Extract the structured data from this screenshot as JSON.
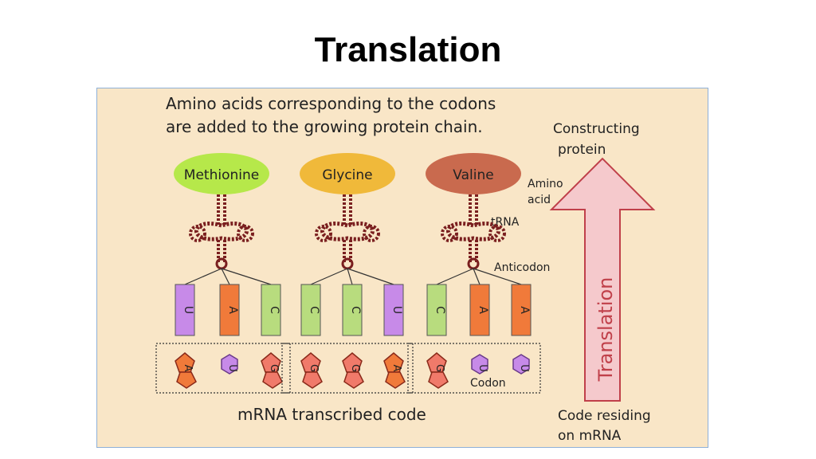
{
  "slide": {
    "title": "Translation"
  },
  "diagram": {
    "caption_line1": "Amino acids corresponding to the codons",
    "caption_line2": "are added to the growing protein chain.",
    "constructing_line1": "Constructing",
    "constructing_line2": "protein",
    "amino_acid_line1": "Amino",
    "amino_acid_line2": "acid",
    "trna_label": "tRNA",
    "anticodon_label": "Anticodon",
    "codon_label": "Codon",
    "mrna_label": "mRNA transcribed code",
    "code_residing_line1": "Code residing",
    "code_residing_line2": "on mRNA",
    "arrow_label": "Translation",
    "amino_acids": [
      {
        "name": "Methionine",
        "color": "#b6e84a"
      },
      {
        "name": "Glycine",
        "color": "#f0b93a"
      },
      {
        "name": "Valine",
        "color": "#c96a4e"
      }
    ],
    "anticodons": [
      [
        "U",
        "A",
        "C"
      ],
      [
        "C",
        "C",
        "U"
      ],
      [
        "C",
        "A",
        "A"
      ]
    ],
    "codons": [
      [
        "A",
        "U",
        "G"
      ],
      [
        "G",
        "G",
        "A"
      ],
      [
        "G",
        "U",
        "U"
      ]
    ],
    "base_colors": {
      "U": "#c78ae8",
      "A": "#f07a3a",
      "C": "#b8dc7e",
      "G": "#f07a6a"
    }
  }
}
